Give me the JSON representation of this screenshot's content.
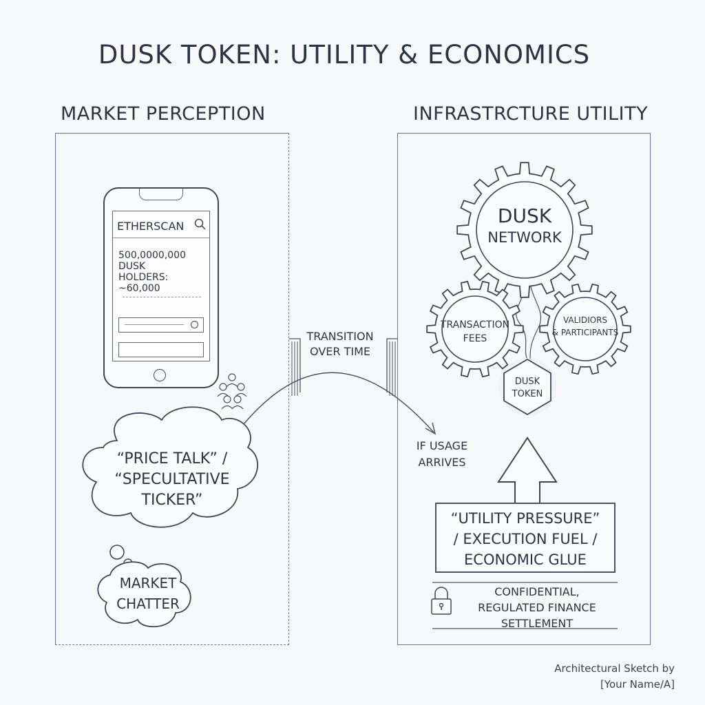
{
  "title": "DUSK TOKEN: UTILITY & ECONOMICS",
  "left_column": {
    "heading": "MARKET PERCEPTION",
    "phone": {
      "app_name": "ETHERSCAN",
      "supply": "500,0000,000 DUSK",
      "holders": "HOLDERS: ~60,000"
    },
    "bubble_main_lines": [
      "“PRICE TALK” /",
      "“SPECULTATIVE",
      "TICKER”"
    ],
    "bubble_small_lines": [
      "MARKET",
      "CHATTER"
    ]
  },
  "transition": {
    "lines": [
      "TRANSITION",
      "OVER TIME"
    ]
  },
  "right_column": {
    "heading": "INFRASTRCTURE UTILITY",
    "gear_main_lines": [
      "DUSK",
      "NETWORK"
    ],
    "gear_left_lines": [
      "TRANSACTION",
      "FEES"
    ],
    "gear_right_lines": [
      "VALIDIORS",
      "& PARTICIPANTS"
    ],
    "token_lines": [
      "DUSK",
      "TOKEN"
    ],
    "if_usage_lines": [
      "IF USAGE",
      "ARRIVES"
    ],
    "utility_lines": [
      "“UTILITY PRESSURE”",
      "/ EXECUTION FUEL /",
      "ECONOMIC GLUE"
    ],
    "settlement_lines": [
      "CONFIDENTIAL,",
      "REGULATED FINANCE",
      "SETTLEMENT"
    ]
  },
  "credit_lines": [
    "Architectural Sketch by",
    "[Your Name/A]"
  ],
  "colors": {
    "ink": "#2b3445",
    "background": "#f7f8fa",
    "line": "#6b7385"
  },
  "icons": [
    "search-icon",
    "signal-icon",
    "wifi-icon",
    "battery-icon",
    "crowd-icon",
    "gear-icon",
    "lock-icon",
    "up-arrow-icon"
  ]
}
